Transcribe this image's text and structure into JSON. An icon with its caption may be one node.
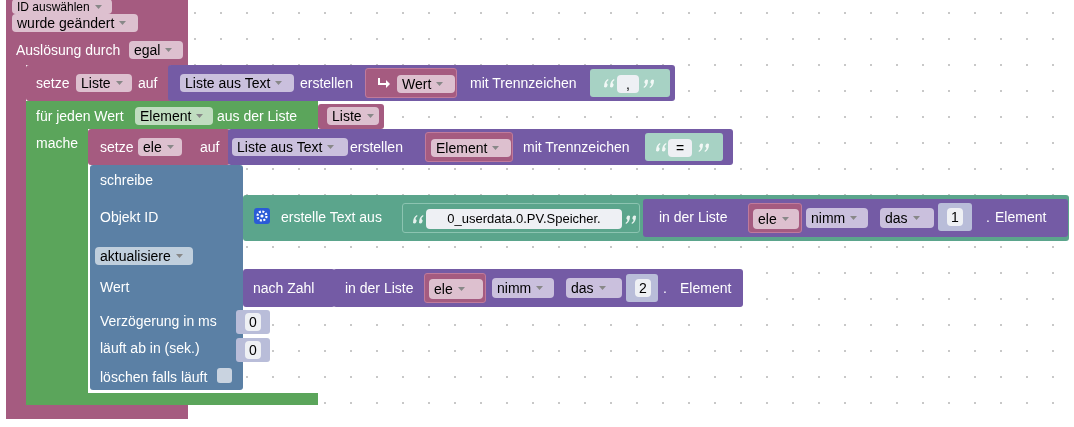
{
  "diagram": {
    "nodes": [
      {
        "text": [
          "Auslösung durch"
        ]
      },
      {
        "text": [
          "ID auswählen"
        ],
        "in": 0
      },
      {
        "text": [
          "wurde geändert"
        ],
        "in": 0
      },
      {
        "text": [
          "egal"
        ],
        "in": 0
      },
      {
        "text": [
          "setze",
          "auf"
        ],
        "in": 0
      },
      {
        "text": [
          "Liste"
        ],
        "in": 4
      },
      {
        "text": [
          "erstellen",
          "mit Trennzeichen"
        ]
      },
      {
        "text": [
          "Liste aus Text"
        ],
        "in": 6
      },
      {
        "text": [],
        "shape": "box",
        "in": 6
      },
      {
        "text": [
          "Wert"
        ],
        "in": 8
      },
      {
        "text": [],
        "shape": "box",
        "in": 6
      },
      {
        "text": [
          ","
        ],
        "in": 10
      },
      {
        "text": [
          "für jeden Wert",
          "aus der Liste",
          "mache"
        ]
      },
      {
        "text": [
          "Element"
        ],
        "in": 12
      },
      {
        "text": [],
        "shape": "box"
      },
      {
        "text": [
          "Liste"
        ],
        "in": 14
      },
      {
        "text": [
          "setze",
          "auf"
        ],
        "in": 12
      },
      {
        "text": [
          "ele"
        ],
        "in": 16
      },
      {
        "text": [
          "erstellen",
          "mit Trennzeichen"
        ]
      },
      {
        "text": [
          "Liste aus Text"
        ],
        "in": 18
      },
      {
        "text": [],
        "shape": "box",
        "in": 18
      },
      {
        "text": [
          "Element"
        ],
        "in": 20
      },
      {
        "text": [],
        "shape": "box",
        "in": 18
      },
      {
        "text": [
          "="
        ],
        "in": 22
      },
      {
        "text": [
          "schreibe",
          "Objekt ID",
          "Wert",
          "Verzögerung in ms",
          "läuft ab in (sek.)",
          "löschen falls läuft"
        ],
        "in": 12
      },
      {
        "text": [
          "aktualisiere"
        ],
        "in": 24
      },
      {
        "text": [
          "0"
        ]
      },
      {
        "text": [
          "0"
        ]
      },
      {
        "text": [
          "erstelle Text aus"
        ]
      },
      {
        "text": [],
        "shape": "box",
        "in": 28
      },
      {
        "text": [
          "0_userdata.0.PV.Speicher."
        ],
        "in": 29
      },
      {
        "text": [
          "in der Liste",
          ".",
          "Element"
        ],
        "in": 28
      },
      {
        "text": [],
        "shape": "box",
        "in": 31
      },
      {
        "text": [
          "ele"
        ],
        "in": 32
      },
      {
        "text": [
          "nimm"
        ],
        "in": 31
      },
      {
        "text": [
          "das"
        ],
        "in": 31
      },
      {
        "text": [
          "1"
        ],
        "in": 31
      },
      {
        "text": [
          "nach Zahl"
        ]
      },
      {
        "text": [
          "in der Liste",
          ".",
          "Element"
        ]
      },
      {
        "text": [],
        "shape": "box",
        "in": 38
      },
      {
        "text": [
          "ele"
        ],
        "in": 39
      },
      {
        "text": [
          "nimm"
        ],
        "in": 38
      },
      {
        "text": [
          "das"
        ],
        "in": 38
      },
      {
        "text": [
          "2"
        ],
        "in": 38
      }
    ]
  }
}
